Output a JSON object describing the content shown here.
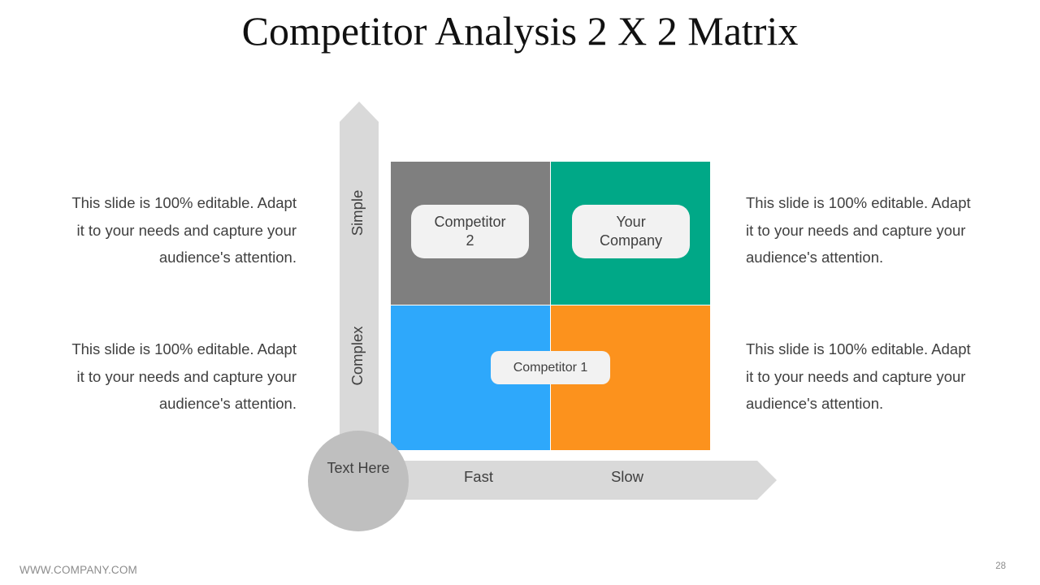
{
  "slide": {
    "title": "Competitor Analysis 2 X 2 Matrix",
    "footer": "WWW.COMPANY.COM",
    "page_number": "28"
  },
  "descriptions": {
    "left_top": "This slide is 100% editable. Adapt it to your needs and capture your audience's attention.",
    "left_bottom": "This slide is 100% editable. Adapt it to your needs and capture your audience's attention.",
    "right_top": "This slide is 100% editable. Adapt it to your needs and capture your audience's attention.",
    "right_bottom": "This slide is 100% editable. Adapt it to your needs and capture your audience's attention."
  },
  "axes": {
    "vertical": {
      "top_label": "Simple",
      "bottom_label": "Complex"
    },
    "horizontal": {
      "left_label": "Fast",
      "right_label": "Slow"
    },
    "origin_label": "Text Here"
  },
  "matrix": {
    "labels": {
      "competitor_2": "Competitor 2",
      "your_company": "Your Company",
      "competitor_1": "Competitor 1"
    },
    "colors": {
      "top_left": "#7f7f7f",
      "top_right": "#00a887",
      "bottom_left": "#2ea8fb",
      "bottom_right": "#fc921d",
      "axis_arrow": "#d9d9d9",
      "origin_circle": "#bfbfbf",
      "label_pill": "#f2f2f2"
    }
  }
}
